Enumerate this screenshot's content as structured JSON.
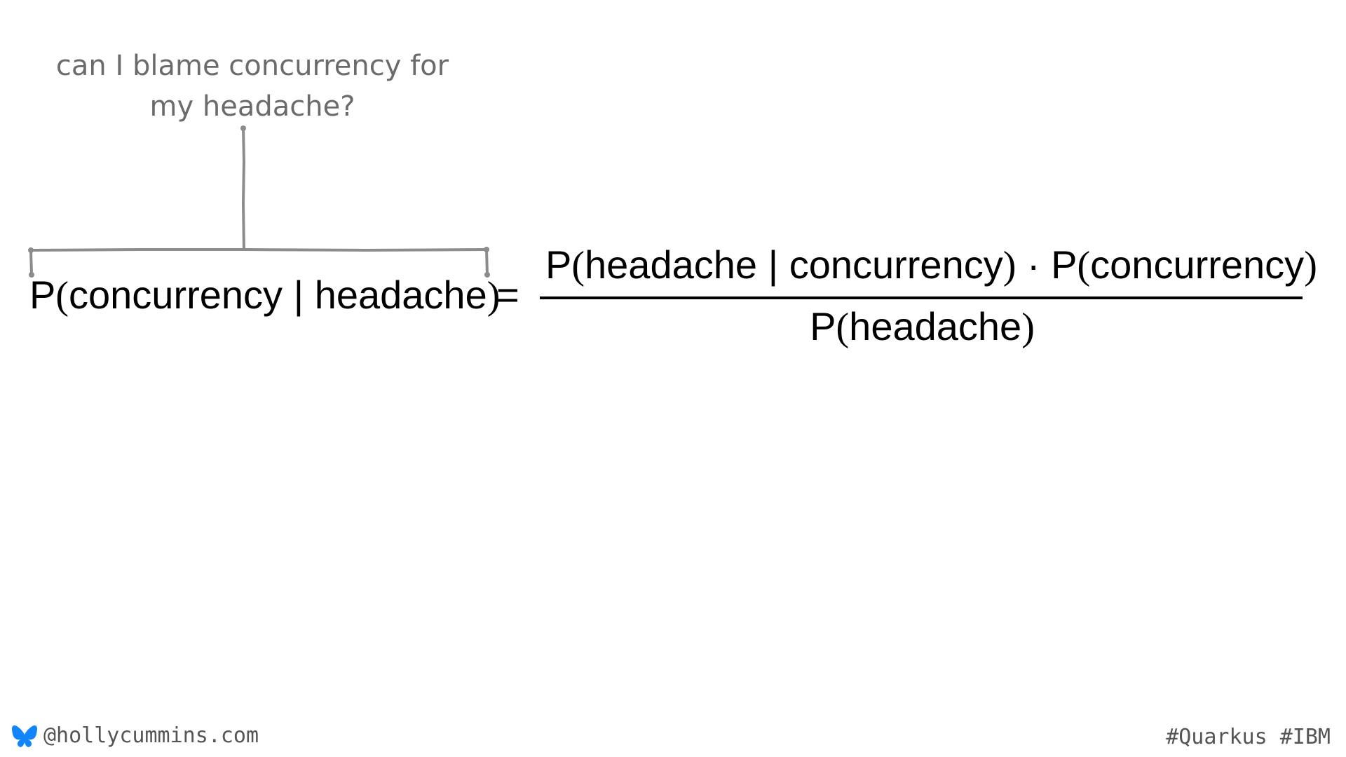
{
  "annotation": {
    "line1": "can I blame concurrency for",
    "line2": "my headache?"
  },
  "equation": {
    "lhs_p": "P",
    "lhs_open": "(",
    "lhs_body": "concurrency | headache",
    "lhs_close": ")",
    "equals": "=",
    "numerator": {
      "p1": "P",
      "open1": "(",
      "body1": "headache | concurrency",
      "close1": ")",
      "dot": " · ",
      "p2": "P",
      "open2": "(",
      "body2": "concurrency",
      "close2": ")"
    },
    "denominator": {
      "p": "P",
      "open": "(",
      "body": "headache",
      "close": ")"
    }
  },
  "footer": {
    "social_icon": "butterfly-icon",
    "handle": "@hollycummins.com",
    "tags": "#Quarkus #IBM"
  },
  "colors": {
    "annotation": "#6b6b6b",
    "bracket": "#8c8c8c",
    "butterfly": "#1185fe"
  }
}
